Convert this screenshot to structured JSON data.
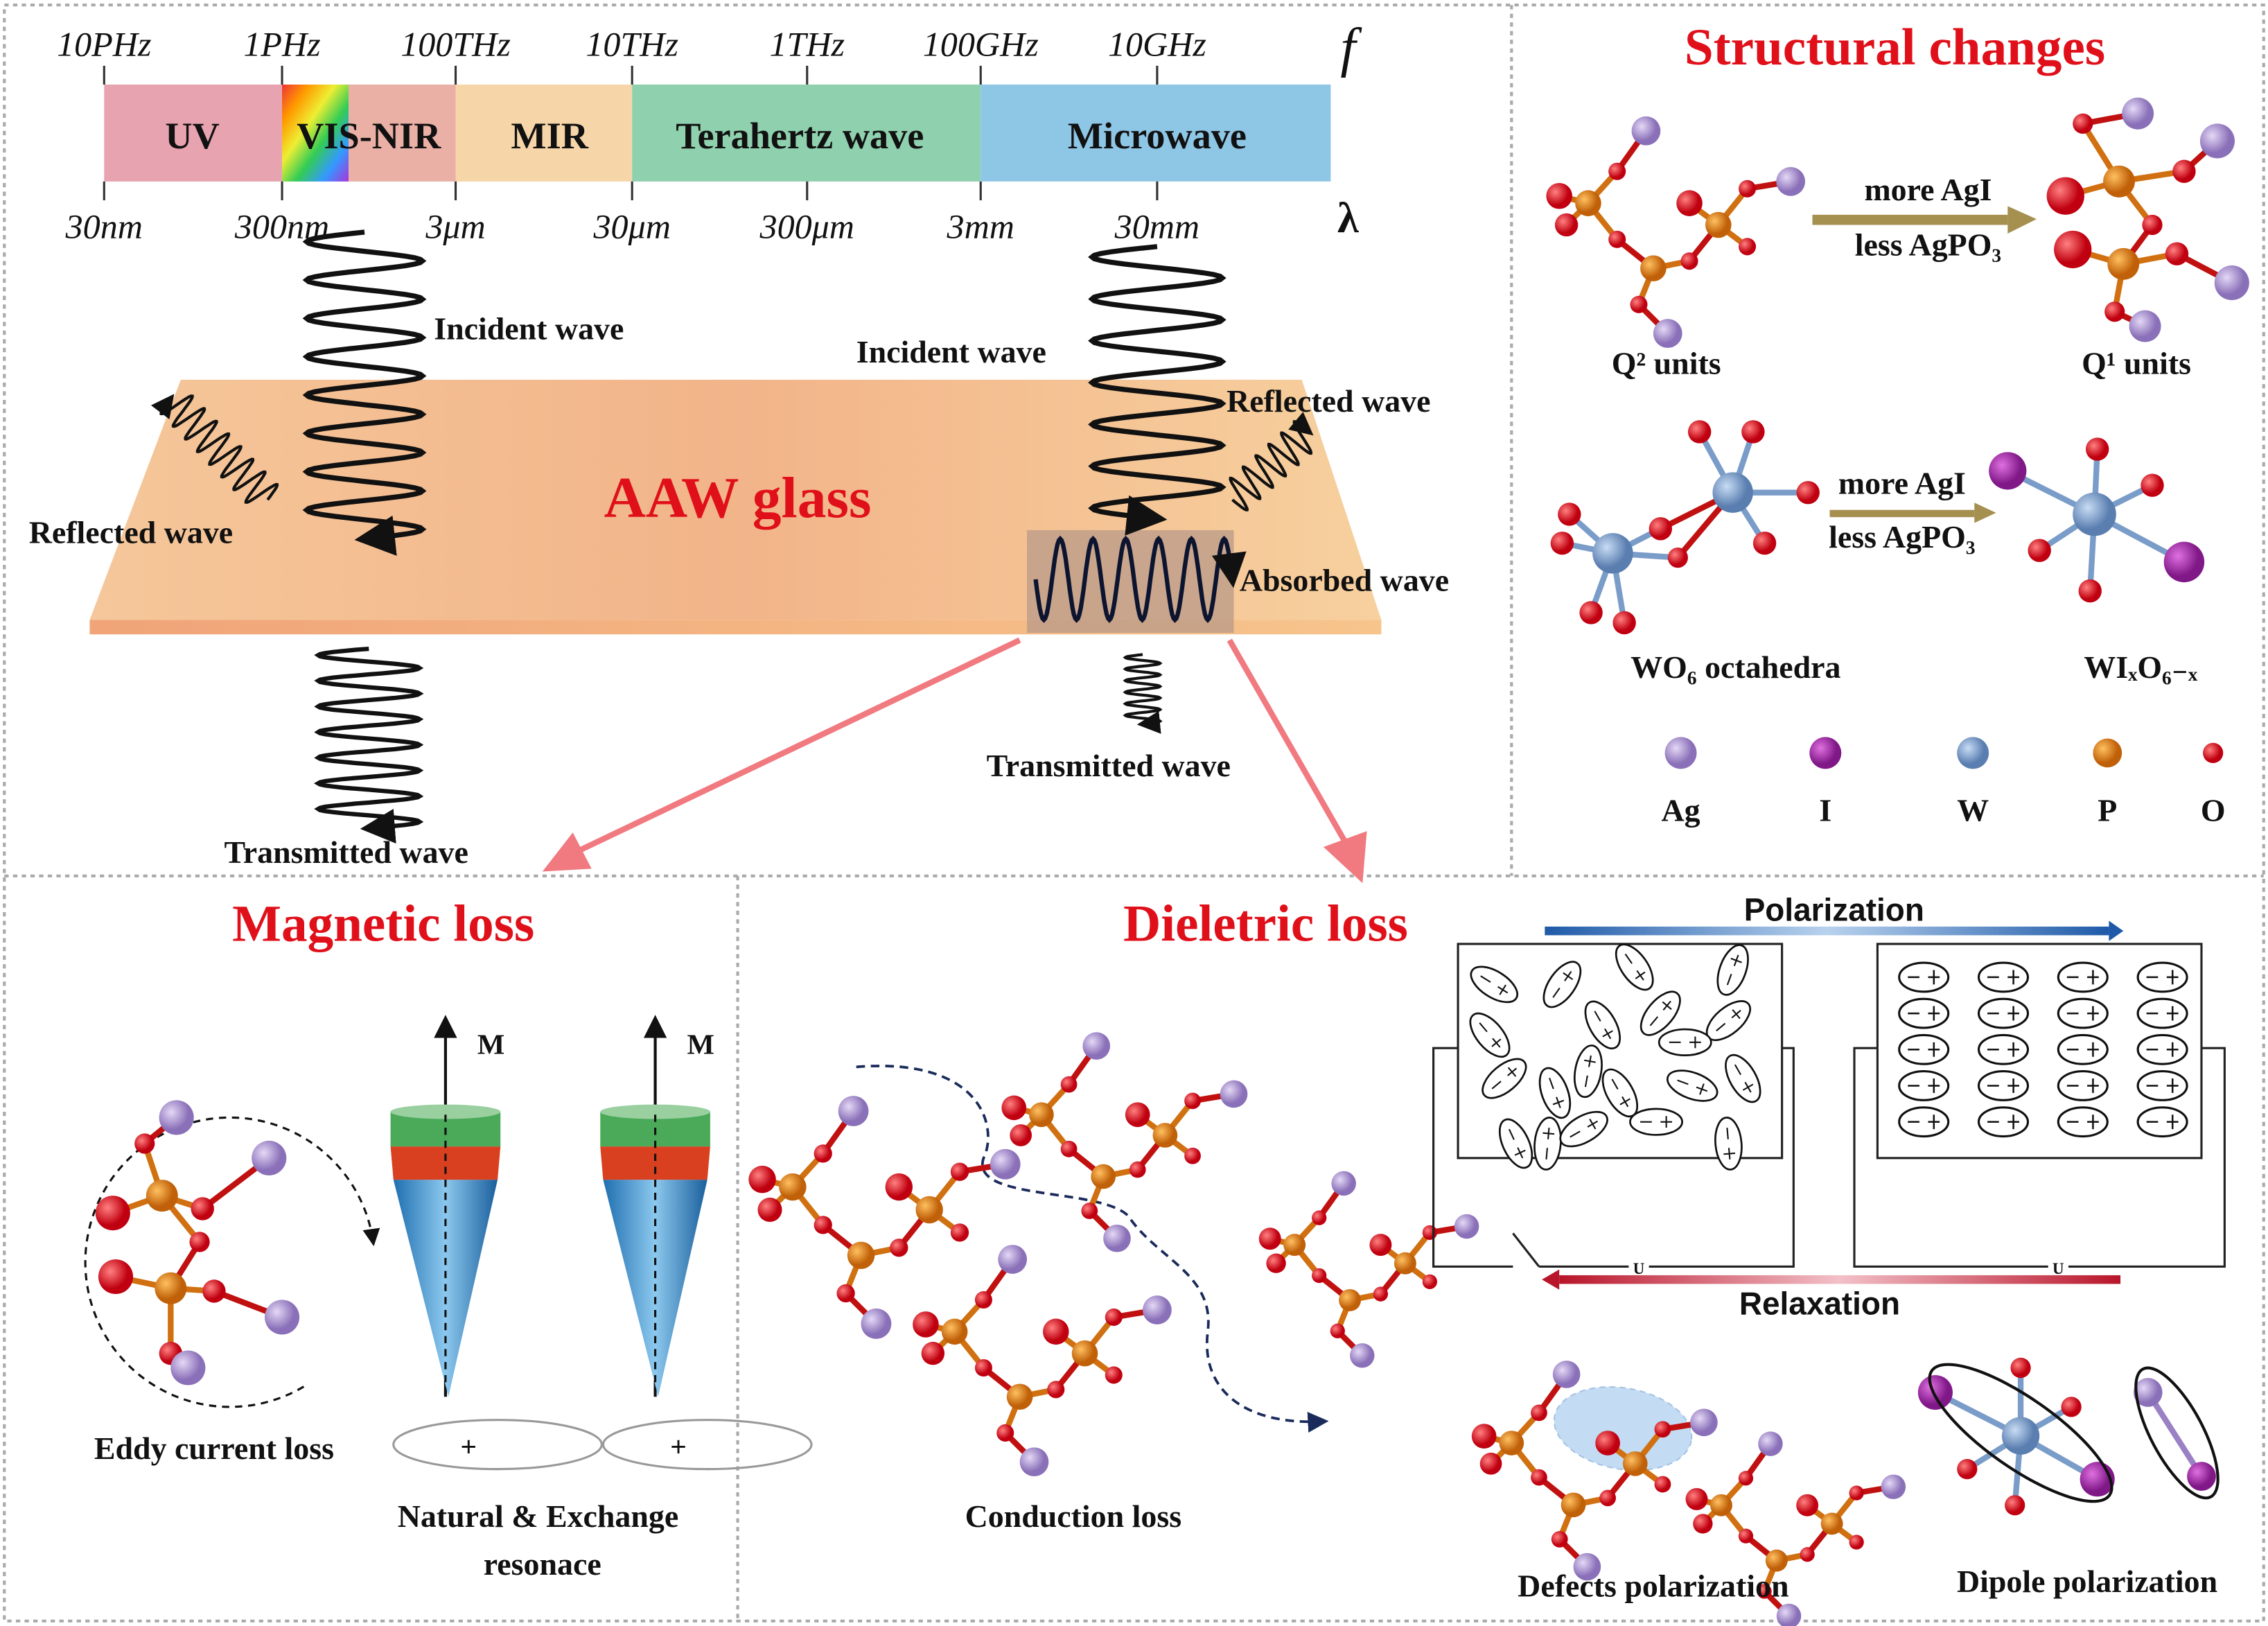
{
  "spectrum": {
    "frequency_labels": [
      "10PHz",
      "1PHz",
      "100THz",
      "10THz",
      "1THz",
      "100GHz",
      "10GHz"
    ],
    "frequency_symbol": "f",
    "wavelength_labels": [
      "30nm",
      "300nm",
      "3μm",
      "30μm",
      "300μm",
      "3mm",
      "30mm"
    ],
    "wavelength_symbol": "λ",
    "bands": [
      {
        "label": "UV",
        "color": "#e8a3b0"
      },
      {
        "label": "VIS-NIR",
        "color": "#eab0a6"
      },
      {
        "label": "MIR",
        "color": "#f6d5a8"
      },
      {
        "label": "Terahertz wave",
        "color": "#8fd0ae"
      },
      {
        "label": "Microwave",
        "color": "#8ec6e6"
      }
    ]
  },
  "glass": {
    "title": "AAW glass",
    "left_incident": "Incident wave",
    "left_reflected": "Reflected wave",
    "left_transmitted": "Transmitted wave",
    "right_incident": "Incident wave",
    "right_reflected": "Reflected wave",
    "right_absorbed": "Absorbed wave",
    "right_transmitted": "Transmitted wave"
  },
  "structural": {
    "title": "Structural changes",
    "arrow1_line1": "more AgI",
    "arrow1_line2": "less AgPO₃",
    "arrow2_line1": "more AgI",
    "arrow2_line2": "less AgPO₃",
    "q2": "Q² units",
    "q1": "Q¹ units",
    "wo6": "WO₆ octahedra",
    "wixo": "WIₓO₆₋ₓ",
    "legend": [
      {
        "label": "Ag",
        "color": "#a58fcf"
      },
      {
        "label": "I",
        "color": "#9a2aa0"
      },
      {
        "label": "W",
        "color": "#7a9cc8"
      },
      {
        "label": "P",
        "color": "#d97a10"
      },
      {
        "label": "O",
        "color": "#d0141a"
      }
    ]
  },
  "magnetic": {
    "title": "Magnetic loss",
    "eddy": "Eddy current loss",
    "m_label": "M",
    "resonance_line1": "Natural & Exchange",
    "resonance_line2": "resonace",
    "plus": "+"
  },
  "dielectric": {
    "title": "Dieletric loss",
    "polarization": "Polarization",
    "relaxation": "Relaxation",
    "voltage": "U",
    "conduction": "Conduction loss",
    "defects": "Defects polarization",
    "dipole": "Dipole polarization"
  },
  "colors": {
    "title_red": "#e0101a",
    "arrow_pink": "#f07a80",
    "polarization_blue": "#1f5aa8",
    "relaxation_red": "#b8152a"
  }
}
